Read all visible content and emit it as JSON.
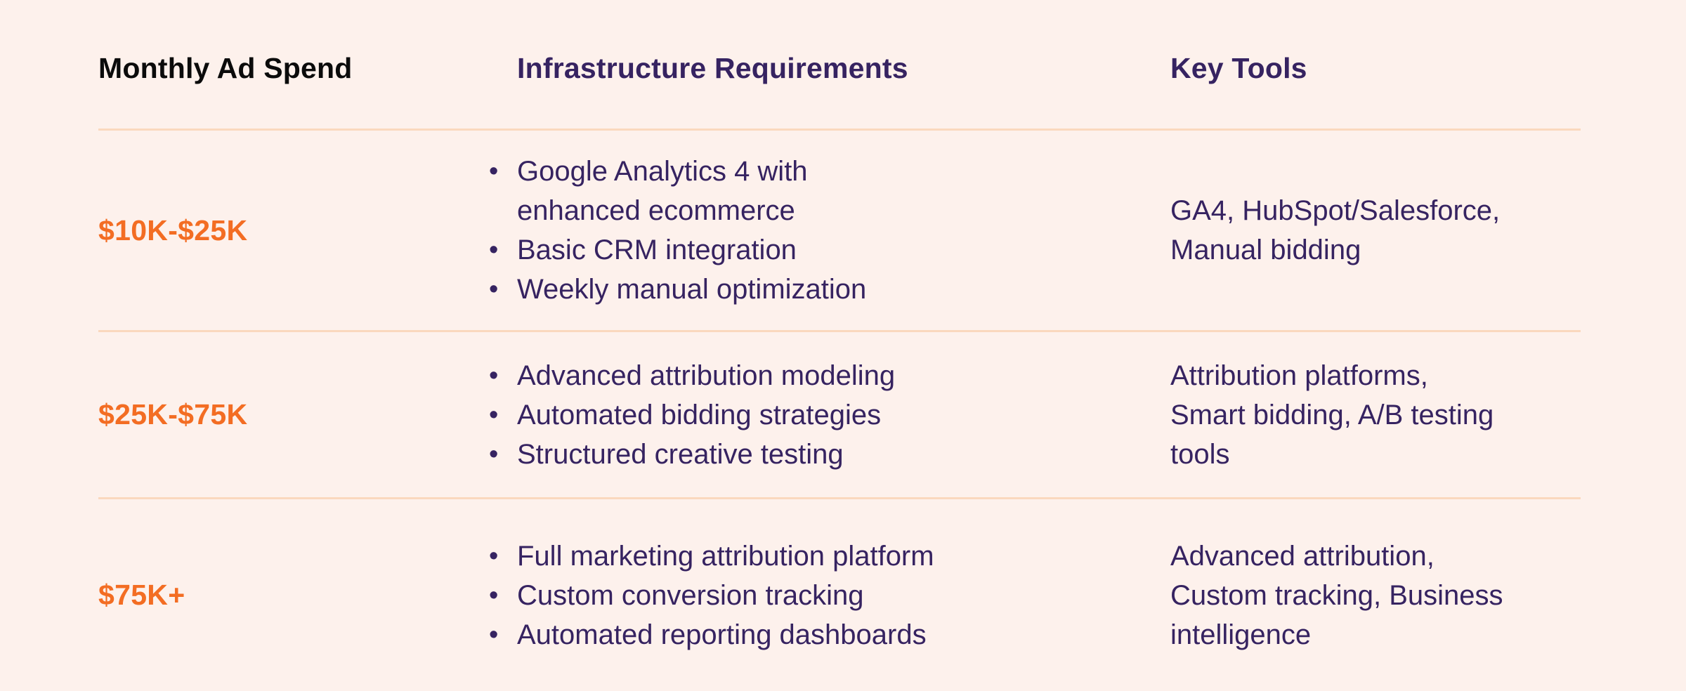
{
  "table": {
    "columns": [
      {
        "label": "Monthly Ad Spend"
      },
      {
        "label": "Infrastructure Requirements"
      },
      {
        "label": "Key Tools"
      }
    ],
    "rows": [
      {
        "spend": "$10K-$25K",
        "requirements": [
          "Google Analytics 4 with\nenhanced ecommerce",
          "Basic CRM integration",
          "Weekly manual optimization"
        ],
        "tools": "GA4, HubSpot/Salesforce,\nManual bidding"
      },
      {
        "spend": "$25K-$75K",
        "requirements": [
          "Advanced attribution modeling",
          "Automated bidding strategies",
          "Structured creative testing"
        ],
        "tools": "Attribution platforms,\nSmart bidding, A/B testing\ntools"
      },
      {
        "spend": "$75K+",
        "requirements": [
          "Full marketing attribution platform",
          "Custom conversion tracking",
          "Automated reporting dashboards"
        ],
        "tools": "Advanced attribution,\nCustom tracking, Business\nintelligence"
      }
    ]
  },
  "colors": {
    "background": "#FDF1EC",
    "accent_orange": "#F36D23",
    "text_purple": "#362361",
    "header_black": "#0B0B0B",
    "divider": "#FAD8BE"
  }
}
